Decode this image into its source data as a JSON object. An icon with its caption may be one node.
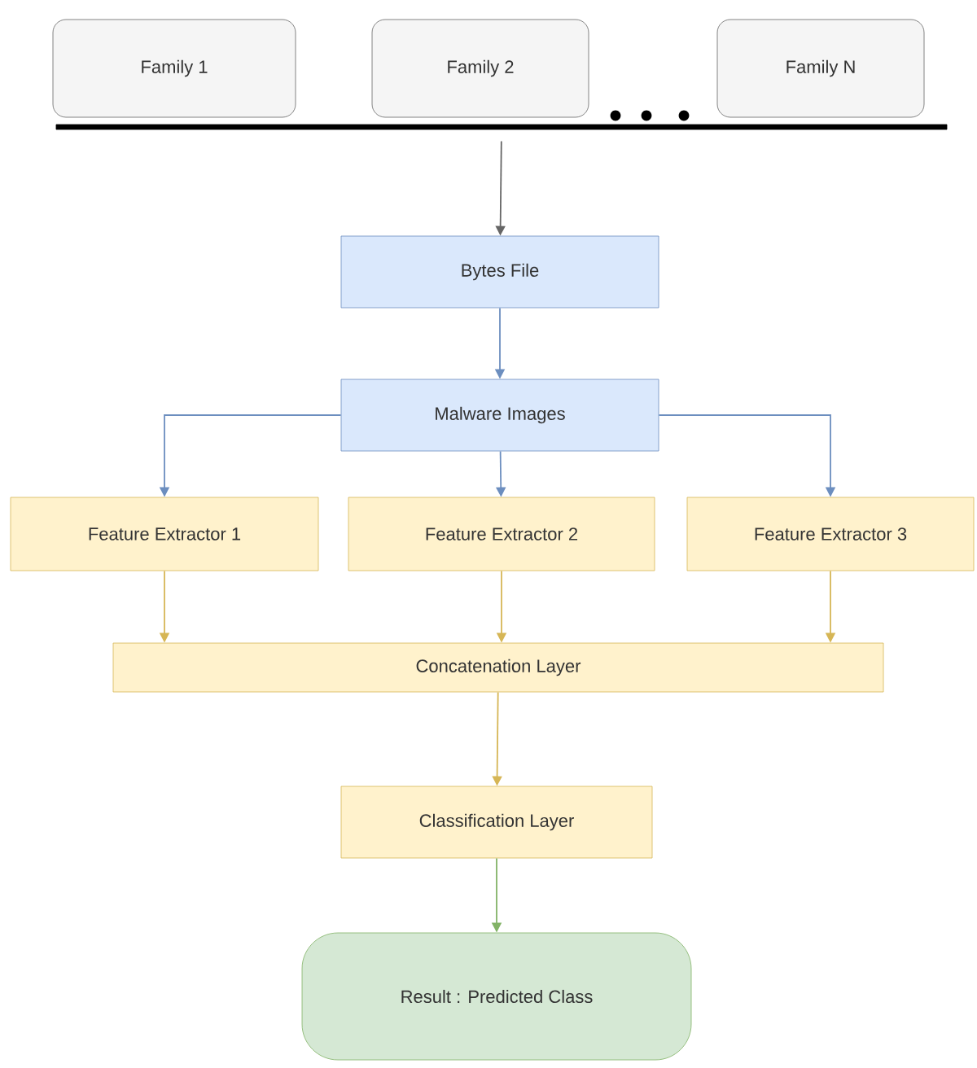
{
  "diagram": {
    "nodes": [
      {
        "text": [
          "Family  1"
        ]
      },
      {
        "text": [
          "Family 2"
        ]
      },
      {
        "text": [
          "Family  N"
        ]
      },
      {
        "text": [],
        "shape": "bar"
      },
      {
        "text": [
          "Bytes File"
        ]
      },
      {
        "text": [
          "Malware Images"
        ]
      },
      {
        "text": [
          "Feature Extractor 1"
        ]
      },
      {
        "text": [
          "Feature Extractor 2"
        ]
      },
      {
        "text": [
          "Feature Extractor 3"
        ]
      },
      {
        "text": [
          "Concatenation  Layer"
        ]
      },
      {
        "text": [
          "Classification Layer"
        ]
      },
      {
        "text": [
          "Result : Predicted Class"
        ]
      }
    ],
    "edges": [
      {
        "from": 3,
        "to": 4,
        "arrow": "to",
        "color": "#666666"
      },
      {
        "from": 4,
        "to": 5,
        "arrow": "to",
        "color": "#6c8ebf"
      },
      {
        "from": 5,
        "to": 6,
        "arrow": "to",
        "color": "#6c8ebf"
      },
      {
        "from": 5,
        "to": 7,
        "arrow": "to",
        "color": "#6c8ebf"
      },
      {
        "from": 5,
        "to": 8,
        "arrow": "to",
        "color": "#6c8ebf"
      },
      {
        "from": 6,
        "to": 9,
        "arrow": "to",
        "color": "#d6b656"
      },
      {
        "from": 7,
        "to": 9,
        "arrow": "to",
        "color": "#d6b656"
      },
      {
        "from": 8,
        "to": 9,
        "arrow": "to",
        "color": "#d6b656"
      },
      {
        "from": 9,
        "to": 10,
        "arrow": "to",
        "color": "#d6b656"
      },
      {
        "from": 10,
        "to": 11,
        "arrow": "to",
        "color": "#82b366"
      }
    ]
  }
}
